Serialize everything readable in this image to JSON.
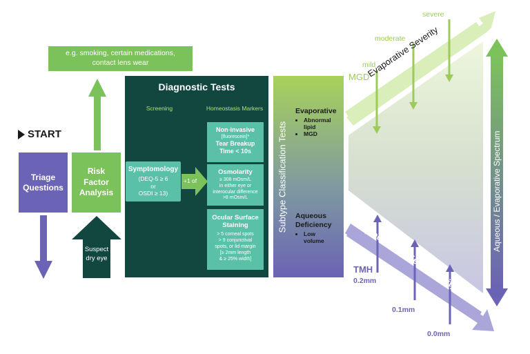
{
  "start": "START",
  "triage": "Triage Questions",
  "risk": "Risk Factor Analysis",
  "risk_examples": "e.g. smoking, certain medications, contact lens wear",
  "suspect": "Suspect dry eye",
  "diagnostic": {
    "title": "Diagnostic Tests",
    "screening": "Screening",
    "homeostasis": "Homeostasis Markers",
    "symptomology_title": "Symptomology",
    "symptomology_crit": [
      "(DEQ-5 ≥ 6",
      "or",
      "OSDI ≥ 13)"
    ],
    "plus": "+1 of",
    "niftbut": {
      "l1": "Non-invasive",
      "l2": "[fluorescein]*",
      "l3": "Tear Breakup",
      "l4": "Time < 10s"
    },
    "osmolarity": {
      "title": "Osmolarity",
      "lines": [
        "≥ 308 mOsm/L",
        "in either eye or",
        "interocular difference",
        ">8 mOsm/L"
      ]
    },
    "staining": {
      "t1": "Ocular Surface",
      "t2": "Staining",
      "lines": [
        "> 5 corneal spots",
        "> 9 conjunctival",
        "spots, or lid margin",
        "[≥ 2mm length",
        "& ≥ 25% width]"
      ]
    }
  },
  "subtype": {
    "label": "Subtype Classification Tests",
    "evap_title": "Evaporative",
    "evap_items": [
      "Abnormal lipid",
      "MGD"
    ],
    "aq_title": [
      "Aqueous",
      "Deficiency"
    ],
    "aq_items": [
      "Low volume"
    ]
  },
  "mgd": {
    "mild": "mild",
    "mgd": "MGD",
    "moderate": "moderate",
    "severe": "severe"
  },
  "tmh": {
    "tmh": "TMH",
    "v1": "0.2mm",
    "v2": "0.1mm",
    "v3": "0.0mm"
  },
  "evap_severity": "Evaporative Severity",
  "aq_severity": "Aqueous Deficient Severity",
  "spectrum": "Aqueous / Evaporative Spectrum",
  "colors": {
    "purple": "#6b63b5",
    "green": "#7cc25a",
    "dark_teal": "#11473f",
    "teal": "#5bc0a8",
    "light_green": "#d9eeb8"
  }
}
